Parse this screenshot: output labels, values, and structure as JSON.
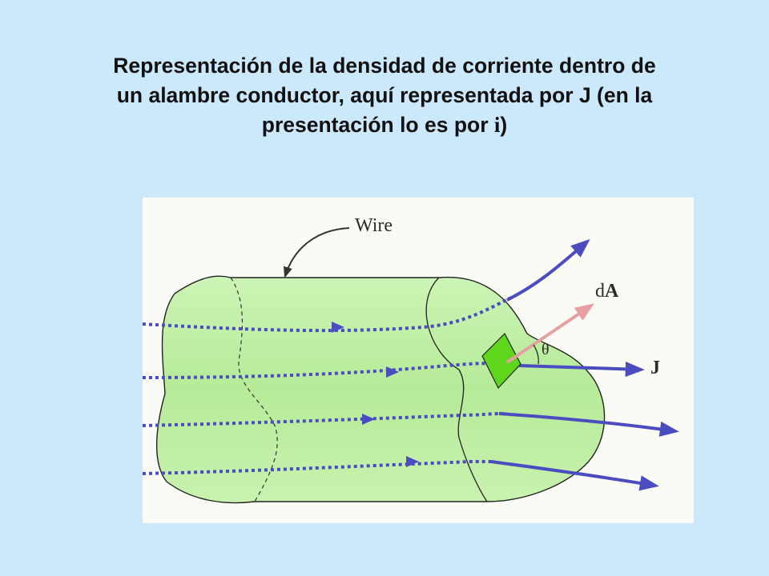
{
  "title": {
    "line1": "Representación de la densidad de corriente dentro de",
    "line2": "un alambre conductor, aquí representada por J (en la",
    "line3_prefix": "presentación lo es por ",
    "line3_var": "i",
    "line3_suffix": ")"
  },
  "figure": {
    "wire_label": "Wire",
    "area_label_d": "d",
    "area_label_A": "A",
    "angle_label": "θ",
    "current_label": "J",
    "colors": {
      "wire_fill": "#bff0a8",
      "area_element": "#5fd61c",
      "flow_lines": "#4a4cc0",
      "area_vector": "#e7a0a0",
      "outline": "#222222"
    }
  }
}
